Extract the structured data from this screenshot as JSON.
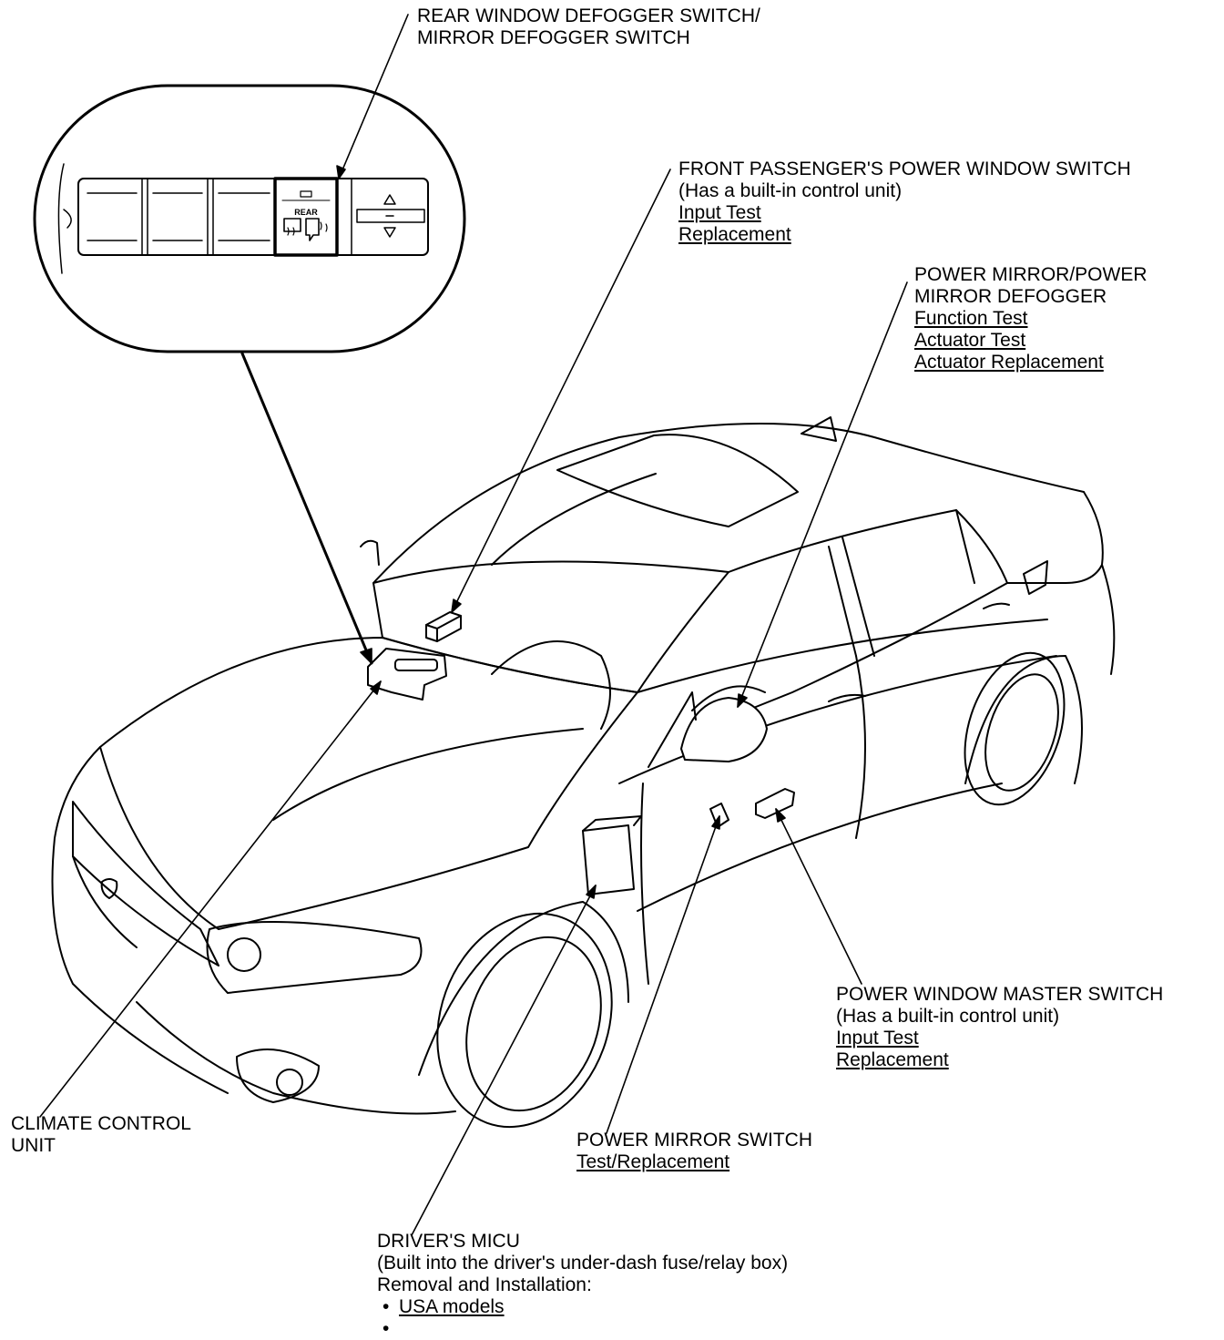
{
  "callouts": {
    "rear_defogger": {
      "title": [
        "REAR WINDOW DEFOGGER SWITCH/",
        "MIRROR DEFOGGER SWITCH"
      ]
    },
    "passenger_window": {
      "title": [
        "FRONT PASSENGER'S POWER WINDOW SWITCH"
      ],
      "note": "(Has a built-in control unit)",
      "links": [
        "Input Test",
        "Replacement"
      ]
    },
    "power_mirror": {
      "title": [
        "POWER MIRROR/POWER",
        "MIRROR DEFOGGER"
      ],
      "links": [
        "Function Test",
        "Actuator Test",
        "Actuator Replacement"
      ]
    },
    "master_switch": {
      "title": [
        "POWER WINDOW MASTER SWITCH"
      ],
      "note": "(Has a built-in control unit)",
      "links": [
        "Input Test",
        "Replacement"
      ]
    },
    "climate": {
      "title": [
        "CLIMATE CONTROL",
        "UNIT"
      ]
    },
    "mirror_switch": {
      "title": [
        "POWER MIRROR SWITCH"
      ],
      "links": [
        "Test/Replacement"
      ]
    },
    "micu": {
      "title": [
        "DRIVER'S MICU"
      ],
      "note": "(Built into the driver's under-dash fuse/relay box)",
      "subtitle": "Removal and Installation:",
      "bullets": [
        "USA models",
        ""
      ]
    }
  },
  "inset": {
    "switch_label": "REAR"
  },
  "colors": {
    "line": "#000000",
    "background": "#ffffff"
  }
}
